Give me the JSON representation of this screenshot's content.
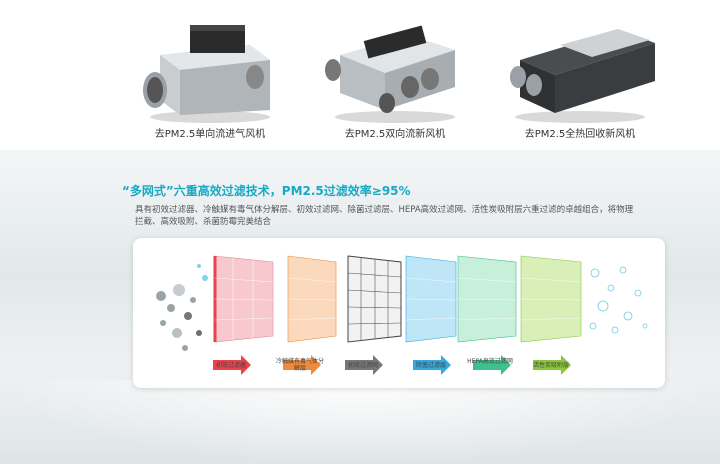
{
  "products": [
    {
      "caption": "去PM2.5单向流进气风机",
      "icon": "single-flow-fan-unit"
    },
    {
      "caption": "去PM2.5双向流新风机",
      "icon": "dual-flow-fresh-air-unit"
    },
    {
      "caption": "去PM2.5全热回收新风机",
      "icon": "heat-recovery-fresh-air-unit"
    }
  ],
  "headline": "“多网式”六重高效过滤技术，PM2.5过滤效率≥95%",
  "description": "具有初效过滤器、冷触媒有毒气体分解层、初效过滤网、除菌过滤层、HEPA高效过滤网、活性炭吸附层六重过滤的卓越组合，将物理拦截、高效吸附、杀菌防霉完美结合",
  "filters": [
    {
      "label": "初效过滤器",
      "color": "#e8434b",
      "arrow": "#e8434b"
    },
    {
      "label": "冷触媒有毒气体分解层",
      "color": "#f08a3a",
      "arrow": "#f08a3a"
    },
    {
      "label": "初效过滤网",
      "color": "#555555",
      "arrow": "#777777"
    },
    {
      "label": "除菌过滤层",
      "color": "#34a9e0",
      "arrow": "#34a9e0"
    },
    {
      "label": "HEPA高效过滤网",
      "color": "#3cc18a",
      "arrow": "#3cc18a"
    },
    {
      "label": "活性炭吸附层",
      "color": "#8cc63f",
      "arrow": "#8cc63f"
    }
  ],
  "colors": {
    "accent": "#18a9c4"
  }
}
